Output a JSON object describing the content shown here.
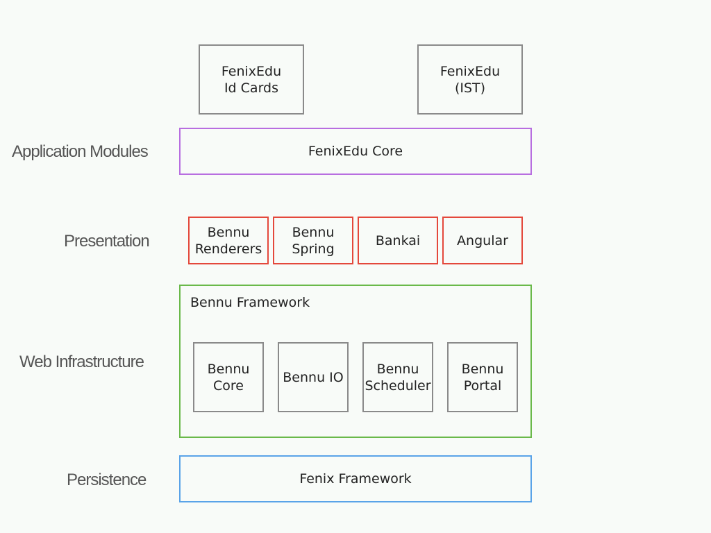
{
  "layers": {
    "application_modules": "Application Modules",
    "presentation": "Presentation",
    "web_infrastructure": "Web Infrastructure",
    "persistence": "Persistence"
  },
  "application": {
    "id_cards": "FenixEdu\nId Cards",
    "ist": "FenixEdu\n(IST)",
    "core": "FenixEdu Core"
  },
  "presentation": {
    "renderers": "Bennu\nRenderers",
    "spring": "Bennu\nSpring",
    "bankai": "Bankai",
    "angular": "Angular"
  },
  "web_infrastructure": {
    "title": "Bennu Framework",
    "core": "Bennu\nCore",
    "io": "Bennu IO",
    "scheduler": "Bennu\nScheduler",
    "portal": "Bennu\nPortal"
  },
  "persistence": {
    "framework": "Fenix Framework"
  },
  "colors": {
    "module_border": "#8a8a8a",
    "core_border": "#b86ee0",
    "presentation_border": "#e4483c",
    "infrastructure_border": "#6ab94a",
    "persistence_border": "#5aa3e8"
  }
}
